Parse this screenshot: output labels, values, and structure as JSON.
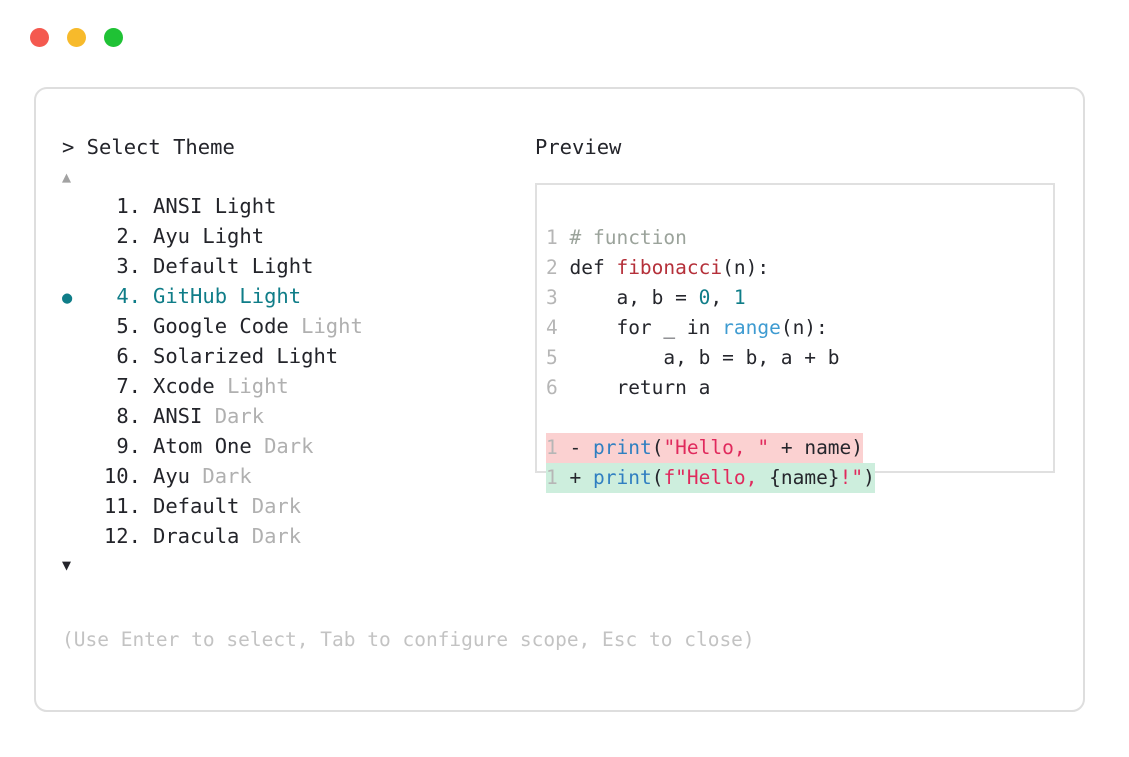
{
  "window": {
    "traffic_lights": [
      {
        "name": "close",
        "color": "#f4594f"
      },
      {
        "name": "minimize",
        "color": "#f7ba2b"
      },
      {
        "name": "maximize",
        "color": "#1fc235"
      }
    ]
  },
  "picker": {
    "prompt": "> Select Theme",
    "scroll_up_icon": "▲",
    "scroll_down_icon": "▼",
    "selected_index": 4,
    "selected_bullet": "●",
    "accent_color": "#0f7d88",
    "items": [
      {
        "num": "1.",
        "name": "ANSI",
        "suffix": "Light",
        "suffix_dim": false
      },
      {
        "num": "2.",
        "name": "Ayu",
        "suffix": "Light",
        "suffix_dim": false
      },
      {
        "num": "3.",
        "name": "Default",
        "suffix": "Light",
        "suffix_dim": false
      },
      {
        "num": "4.",
        "name": "GitHub",
        "suffix": "Light",
        "suffix_dim": false
      },
      {
        "num": "5.",
        "name": "Google Code",
        "suffix": "Light",
        "suffix_dim": true
      },
      {
        "num": "6.",
        "name": "Solarized",
        "suffix": "Light",
        "suffix_dim": false
      },
      {
        "num": "7.",
        "name": "Xcode",
        "suffix": "Light",
        "suffix_dim": true
      },
      {
        "num": "8.",
        "name": "ANSI",
        "suffix": "Dark",
        "suffix_dim": true
      },
      {
        "num": "9.",
        "name": "Atom One",
        "suffix": "Dark",
        "suffix_dim": true
      },
      {
        "num": "10.",
        "name": "Ayu",
        "suffix": "Dark",
        "suffix_dim": true
      },
      {
        "num": "11.",
        "name": "Default",
        "suffix": "Dark",
        "suffix_dim": true
      },
      {
        "num": "12.",
        "name": "Dracula",
        "suffix": "Dark",
        "suffix_dim": true
      }
    ]
  },
  "hint": "(Use Enter to select, Tab to configure scope, Esc to close)",
  "preview": {
    "title": "Preview",
    "code_lines": [
      {
        "ln": "1",
        "tokens": [
          {
            "t": " # function",
            "c": "comment"
          }
        ]
      },
      {
        "ln": "2",
        "tokens": [
          {
            "t": " def ",
            "c": "plain"
          },
          {
            "t": "fibonacci",
            "c": "func"
          },
          {
            "t": "(n):",
            "c": "plain"
          }
        ]
      },
      {
        "ln": "3",
        "tokens": [
          {
            "t": "     a, b = ",
            "c": "plain"
          },
          {
            "t": "0",
            "c": "num"
          },
          {
            "t": ", ",
            "c": "plain"
          },
          {
            "t": "1",
            "c": "num"
          }
        ]
      },
      {
        "ln": "4",
        "tokens": [
          {
            "t": "     for _ in ",
            "c": "plain"
          },
          {
            "t": "range",
            "c": "builtin"
          },
          {
            "t": "(n):",
            "c": "plain"
          }
        ]
      },
      {
        "ln": "5",
        "tokens": [
          {
            "t": "         a, b = b, a + b",
            "c": "plain"
          }
        ]
      },
      {
        "ln": "6",
        "tokens": [
          {
            "t": "     return a",
            "c": "plain"
          }
        ]
      }
    ],
    "diff_lines": [
      {
        "ln": "1",
        "kind": "minus",
        "marker": "-",
        "tokens": [
          {
            "t": " - ",
            "c": "plain"
          },
          {
            "t": "print",
            "c": "print"
          },
          {
            "t": "(",
            "c": "plain"
          },
          {
            "t": "\"Hello, \"",
            "c": "str"
          },
          {
            "t": " + name)",
            "c": "plain"
          }
        ]
      },
      {
        "ln": "1",
        "kind": "plus",
        "marker": "+",
        "tokens": [
          {
            "t": " + ",
            "c": "plain"
          },
          {
            "t": "print",
            "c": "print"
          },
          {
            "t": "(",
            "c": "plain"
          },
          {
            "t": "f\"Hello, ",
            "c": "str"
          },
          {
            "t": "{name}",
            "c": "plain"
          },
          {
            "t": "!",
            "c": "bang"
          },
          {
            "t": "\"",
            "c": "str"
          },
          {
            "t": ")",
            "c": "plain"
          }
        ]
      }
    ]
  }
}
